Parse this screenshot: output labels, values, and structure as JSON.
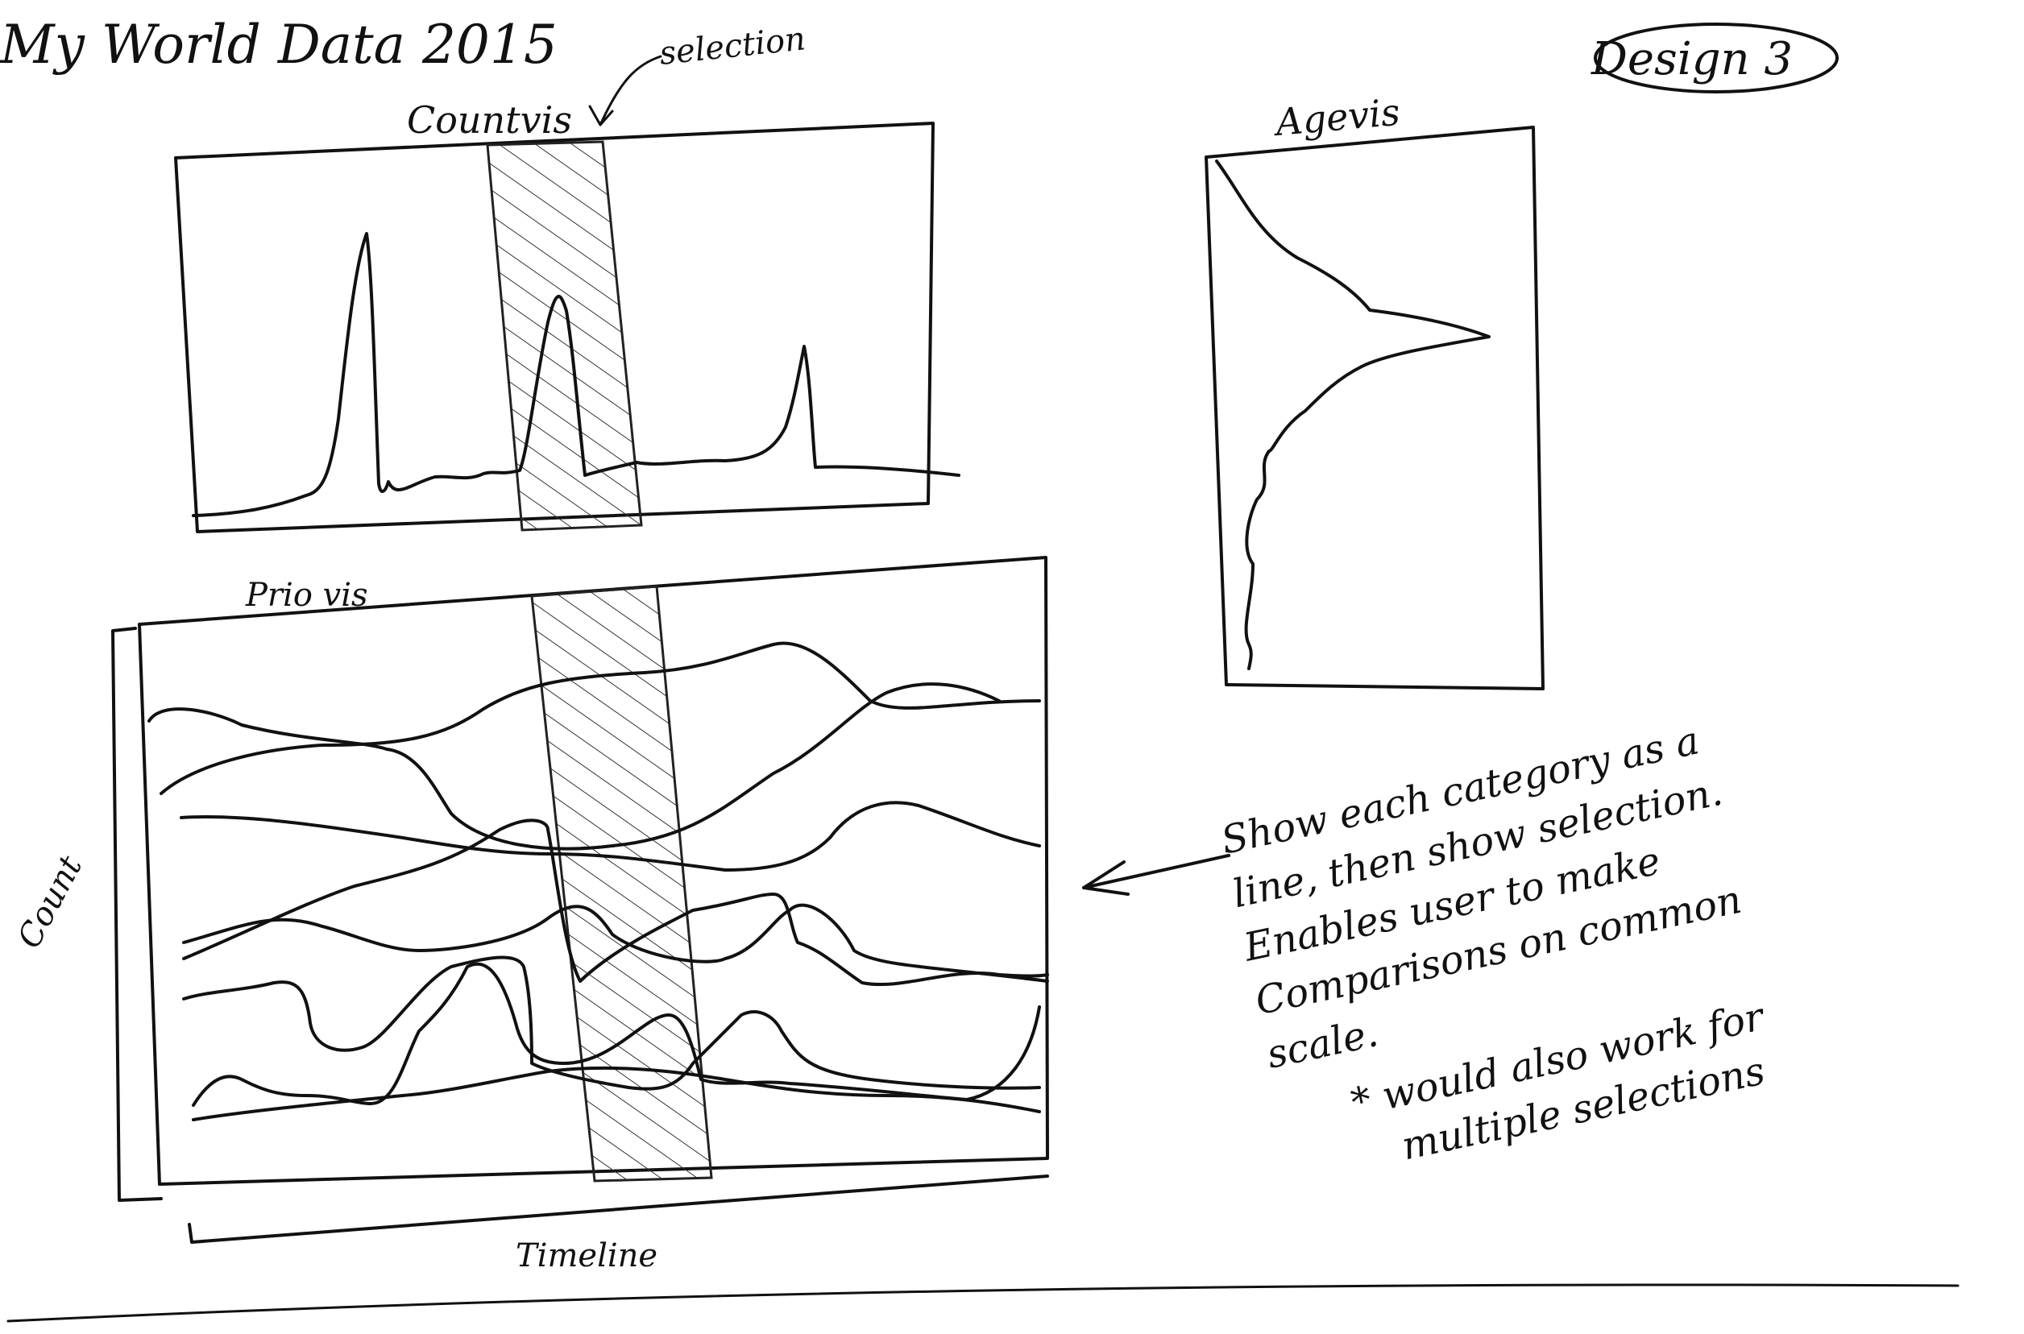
{
  "header": {
    "title": "My World Data 2015",
    "badge": "Design 3"
  },
  "panels": {
    "count_vis": {
      "label": "Countvis",
      "selection_callout": "selection"
    },
    "age_vis": {
      "label": "Agevis"
    },
    "prio_vis": {
      "label": "Prio vis",
      "y_axis_label": "Count",
      "x_axis_label": "Timeline"
    }
  },
  "annotation": {
    "lines": [
      "Show each category as a",
      "line, then show selection.",
      "Enables user to make",
      "Comparisons on common",
      "scale."
    ],
    "note_lines": [
      "* would also work for",
      "multiple selections"
    ]
  },
  "colors": {
    "ink": "#111111",
    "paper": "#ffffff"
  }
}
